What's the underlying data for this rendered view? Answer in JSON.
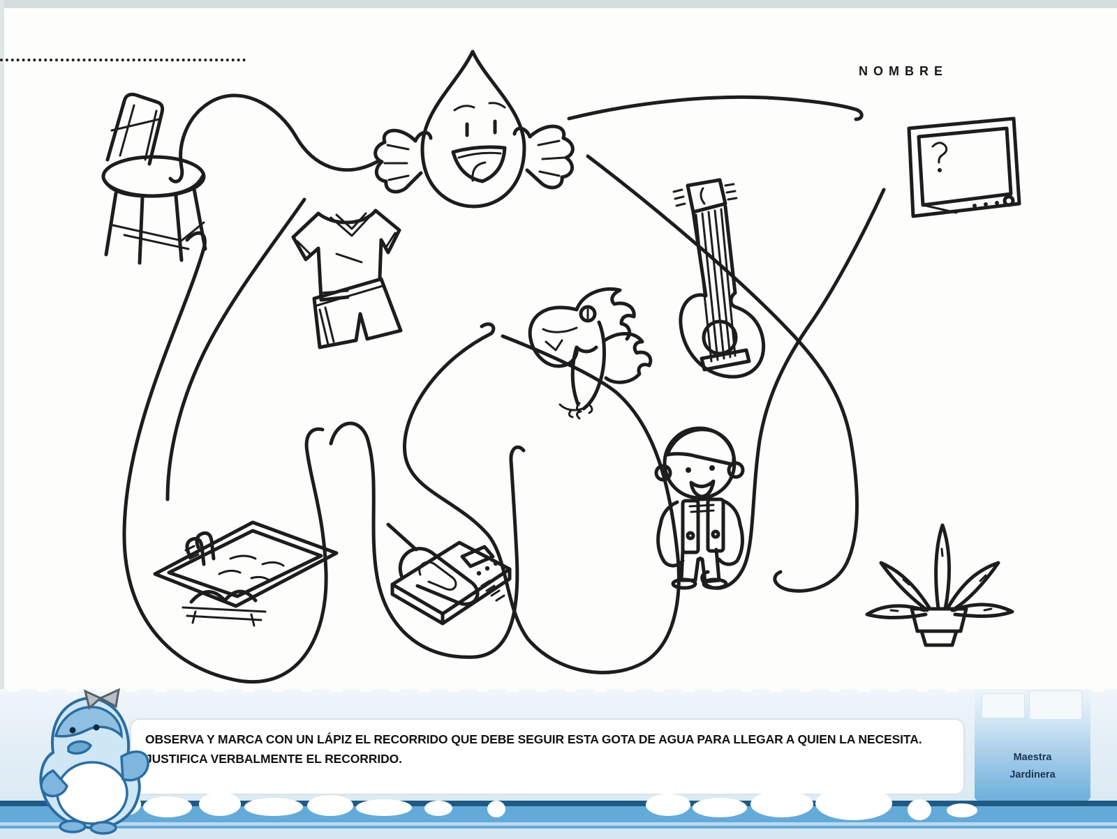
{
  "worksheet": {
    "header": {
      "name_label": "NOMBRE"
    },
    "instructions": {
      "line1": "OBSERVA Y MARCA CON UN LÁPIZ EL RECORRIDO QUE DEBE SEGUIR ESTA GOTA DE AGUA PARA LLEGAR A QUIEN LA NECESITA.",
      "line2": "JUSTIFICA VERBALMENTE EL RECORRIDO."
    },
    "credit": {
      "line1": "Maestra",
      "line2": "Jardinera"
    },
    "maze_objects": [
      {
        "id": "water-drop",
        "label": "gota de agua"
      },
      {
        "id": "chair",
        "label": "silla"
      },
      {
        "id": "television",
        "label": "televisor"
      },
      {
        "id": "clothes",
        "label": "ropa"
      },
      {
        "id": "guitar",
        "label": "guitarra"
      },
      {
        "id": "parrot",
        "label": "loro"
      },
      {
        "id": "boy",
        "label": "nene"
      },
      {
        "id": "pool",
        "label": "pileta"
      },
      {
        "id": "telephone",
        "label": "teléfono"
      },
      {
        "id": "plant",
        "label": "planta"
      }
    ],
    "mascot": "pingüino",
    "colors": {
      "ink": "#1d1d1d",
      "page": "#fdfdfb",
      "footer_light_blue": "#e3eef6",
      "strip_blue": "#64aad9",
      "strip_dark_edge": "#1d5a84",
      "panel_blue": "#8fc1e4",
      "credit_text": "#1c3550"
    }
  }
}
